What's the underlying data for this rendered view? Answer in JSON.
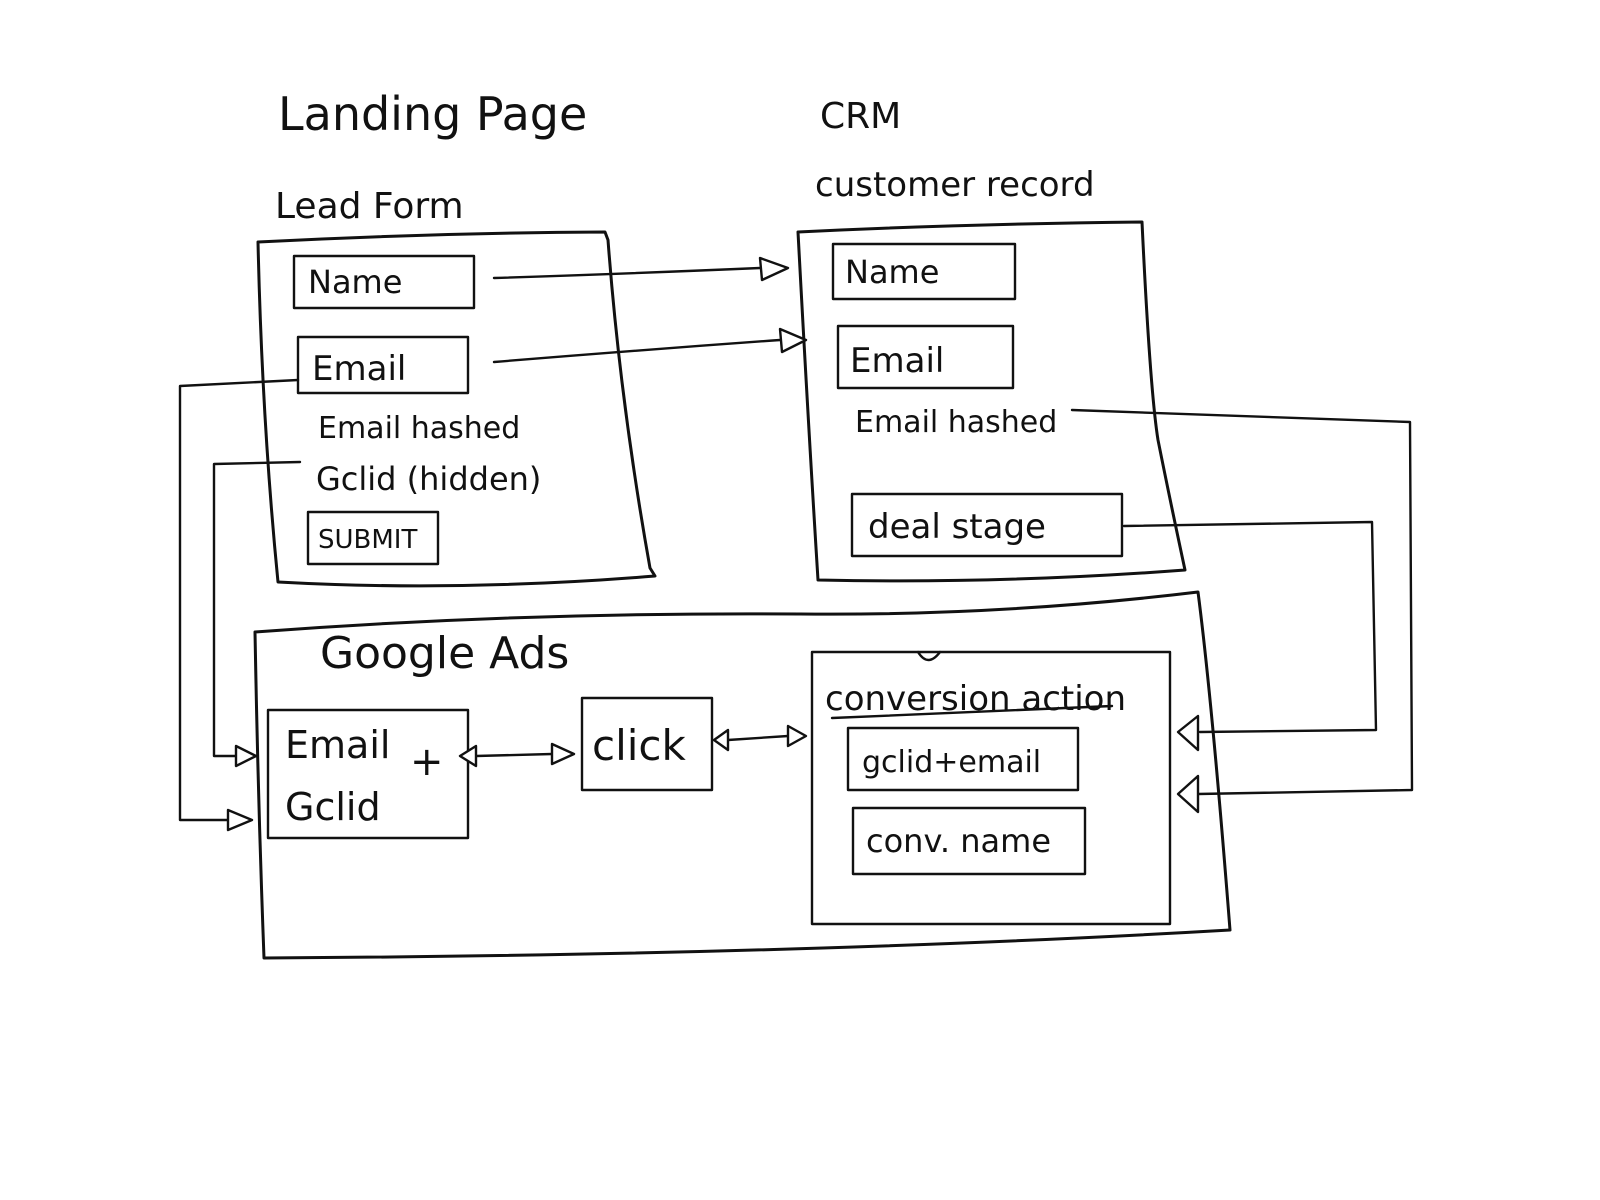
{
  "landing_page": {
    "title": "Landing Page",
    "subtitle": "Lead Form",
    "fields": {
      "name": "Name",
      "email": "Email",
      "email_hashed": "Email hashed",
      "gclid": "Gclid (hidden)",
      "submit": "SUBMIT"
    }
  },
  "crm": {
    "title": "CRM",
    "subtitle": "customer record",
    "fields": {
      "name": "Name",
      "email": "Email",
      "email_hashed": "Email hashed",
      "deal_stage": "deal stage"
    }
  },
  "google_ads": {
    "title": "Google Ads",
    "email_gclid": {
      "email": "Email",
      "plus": "+",
      "gclid": "Gclid"
    },
    "click": "click",
    "conversion_action": {
      "title": "conversion action",
      "gclid_email": "gclid+email",
      "conv_name": "conv. name"
    }
  }
}
